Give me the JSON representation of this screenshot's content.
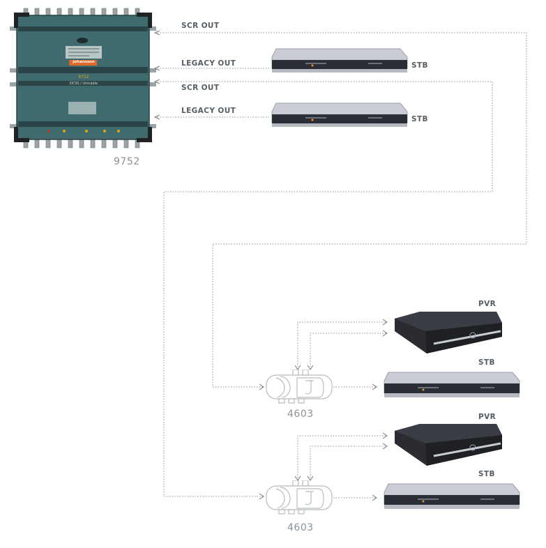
{
  "multiswitch": {
    "model": "9752",
    "brand": "johansson",
    "panel_model": "9752",
    "panel_caption": "DCSS / Unicable"
  },
  "labels": {
    "scr_out_1": "SCR OUT",
    "legacy_out_1": "LEGACY OUT",
    "scr_out_2": "SCR OUT",
    "legacy_out_2": "LEGACY OUT"
  },
  "devices": {
    "stb_top_1": "STB",
    "stb_top_2": "STB",
    "pvr_1": "PVR",
    "stb_3": "STB",
    "pvr_2": "PVR",
    "stb_4": "STB"
  },
  "splitters": {
    "splitter_1": "4603",
    "splitter_2": "4603"
  },
  "colors": {
    "switch_body": "#3f6b6e",
    "switch_bar": "#2b4447",
    "wire": "#8c8c8c",
    "stb_body": "#c9cdd3",
    "pvr_body": "#2a2c31"
  }
}
